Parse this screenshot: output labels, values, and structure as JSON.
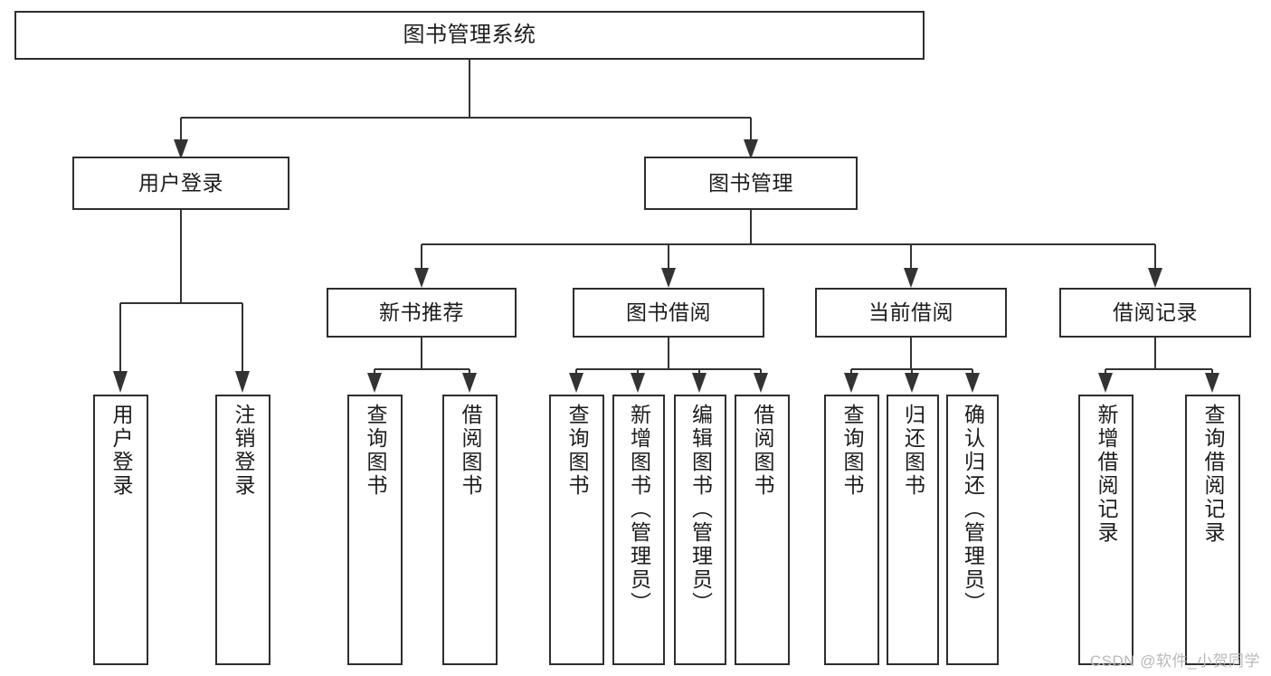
{
  "diagram": {
    "type": "tree-hierarchy",
    "title": "图书管理系统",
    "watermark": "CSDN @软件_小贺同学",
    "colors": {
      "background": "#ffffff",
      "box_border": "#2e2e2e",
      "connector": "#333333",
      "text": "#1c1c1c",
      "watermark_text": "#b9b9b9"
    },
    "nodes": {
      "root": {
        "id": "root",
        "label": "图书管理系统",
        "level": 1
      },
      "level2": [
        {
          "id": "user-login",
          "label": "用户登录",
          "level": 2
        },
        {
          "id": "book-manage",
          "label": "图书管理",
          "level": 2
        }
      ],
      "level3": [
        {
          "id": "new-book-rec",
          "label": "新书推荐",
          "level": 3,
          "parent": "book-manage"
        },
        {
          "id": "book-borrow",
          "label": "图书借阅",
          "level": 3,
          "parent": "book-manage"
        },
        {
          "id": "current-borrow",
          "label": "当前借阅",
          "level": 3,
          "parent": "book-manage"
        },
        {
          "id": "borrow-record",
          "label": "借阅记录",
          "level": 3,
          "parent": "book-manage"
        }
      ],
      "leaves": [
        {
          "id": "leaf-user-login",
          "label": "用户登录",
          "parent": "user-login"
        },
        {
          "id": "leaf-user-logout",
          "label": "注销登录",
          "parent": "user-login"
        },
        {
          "id": "leaf-rec-query-book",
          "label": "查询图书",
          "parent": "new-book-rec"
        },
        {
          "id": "leaf-rec-borrow-book",
          "label": "借阅图书",
          "parent": "new-book-rec"
        },
        {
          "id": "leaf-borrow-query-book",
          "label": "查询图书",
          "parent": "book-borrow"
        },
        {
          "id": "leaf-borrow-add-book",
          "label": "新增图书（管理员）",
          "parent": "book-borrow"
        },
        {
          "id": "leaf-borrow-edit-book",
          "label": "编辑图书（管理员）",
          "parent": "book-borrow"
        },
        {
          "id": "leaf-borrow-lend-book",
          "label": "借阅图书",
          "parent": "book-borrow"
        },
        {
          "id": "leaf-cur-query-book",
          "label": "查询图书",
          "parent": "current-borrow"
        },
        {
          "id": "leaf-cur-return-book",
          "label": "归还图书",
          "parent": "current-borrow"
        },
        {
          "id": "leaf-cur-confirm-return",
          "label": "确认归还（管理员）",
          "parent": "current-borrow"
        },
        {
          "id": "leaf-rec-add-record",
          "label": "新增借阅记录",
          "parent": "borrow-record"
        },
        {
          "id": "leaf-rec-query-record",
          "label": "查询借阅记录",
          "parent": "borrow-record"
        }
      ]
    }
  }
}
